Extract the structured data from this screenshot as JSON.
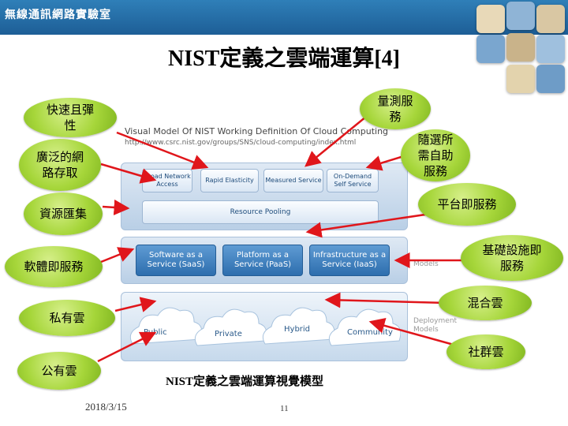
{
  "header": {
    "lab": "無線通訊網路實驗室"
  },
  "title": "NIST定義之雲端運算[4]",
  "diagram": {
    "title": "Visual Model Of NIST Working Definition Of Cloud Computing",
    "url": "http://www.csrc.nist.gov/groups/SNS/cloud-computing/index.html",
    "characteristics": [
      "Broad Network Access",
      "Rapid Elasticity",
      "Measured Service",
      "On-Demand Self Service"
    ],
    "pooling": "Resource Pooling",
    "services": [
      "Software as a Service (SaaS)",
      "Platform as a Service (PaaS)",
      "Infrastructure as a Service (IaaS)"
    ],
    "service_side": "Models",
    "deployments": [
      "Public",
      "Private",
      "Hybrid",
      "Community"
    ],
    "deployment_side": "Deployment Models"
  },
  "bubbles": {
    "rapid": "快速且彈性",
    "measured": "量測服務",
    "broad": "廣泛的網路存取",
    "ondemand": "隨選所需自助服務",
    "pooling": "資源匯集",
    "paas": "平台即服務",
    "saas": "軟體即服務",
    "iaas": "基礎設施即服務",
    "private": "私有雲",
    "hybrid": "混合雲",
    "community": "社群雲",
    "public": "公有雲"
  },
  "caption": "NIST定義之雲端運算視覺模型",
  "footer": {
    "date": "2018/3/15",
    "page": "11"
  }
}
